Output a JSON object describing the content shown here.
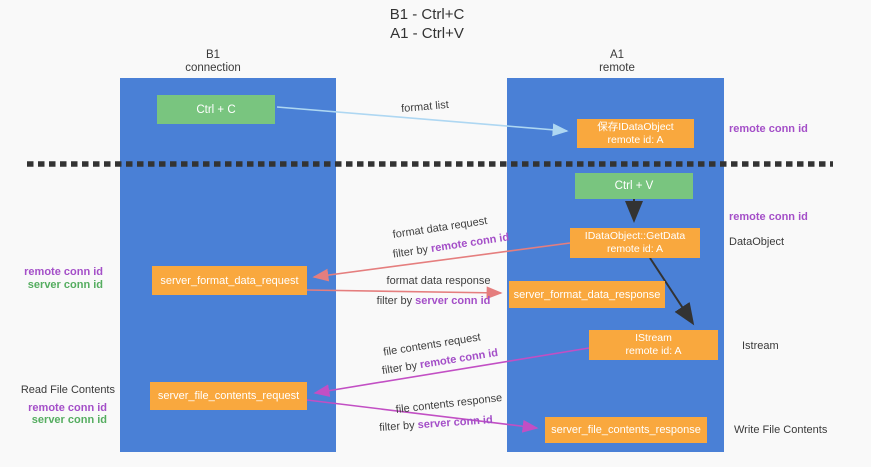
{
  "title": {
    "line1": "B1 - Ctrl+C",
    "line2": "A1 - Ctrl+V"
  },
  "lanes": {
    "b1": {
      "name": "B1",
      "subtitle": "connection"
    },
    "a1": {
      "name": "A1",
      "subtitle": "remote"
    }
  },
  "nodes": {
    "ctrl_c": {
      "label": "Ctrl + C"
    },
    "save_dataobject": {
      "line1": "保存IDataObject",
      "line2": "remote id: A"
    },
    "ctrl_v": {
      "label": "Ctrl + V"
    },
    "getdata": {
      "line1": "IDataObject::GetData",
      "line2": "remote id: A"
    },
    "server_format_data_request": {
      "label": "server_format_data_request"
    },
    "server_format_data_response": {
      "label": "server_format_data_response"
    },
    "istream": {
      "line1": "IStream",
      "line2": "remote id: A"
    },
    "server_file_contents_request": {
      "label": "server_file_contents_request"
    },
    "server_file_contents_response": {
      "label": "server_file_contents_response"
    }
  },
  "annotations": {
    "right_remote_conn_id_1": "remote conn id",
    "right_remote_conn_id_2": "remote conn id",
    "dataobject": "DataObject",
    "istream": "Istream",
    "write_file_contents": "Write File Contents",
    "left_remote_conn_id_1": "remote conn id",
    "left_server_conn_id_1": "server conn id",
    "read_file_contents": "Read File Contents",
    "left_remote_conn_id_2": "remote conn id",
    "left_server_conn_id_2": "server conn id"
  },
  "arrow_labels": {
    "format_list": "format list",
    "format_data_request": "format data request",
    "format_data_response": "format data response",
    "file_contents_request": "file contents request",
    "file_contents_response": "file contents response",
    "filter_by": "filter by ",
    "remote_conn_id": "remote conn id",
    "server_conn_id": "server conn id"
  },
  "colors": {
    "lane_blue": "#4a80d6",
    "box_green": "#79c57f",
    "box_orange": "#f9a83e",
    "arrow_light_blue": "#aed7f2",
    "arrow_red": "#e57e7e",
    "arrow_magenta": "#c24fc4",
    "arrow_black": "#333333",
    "dashed_line": "#333333",
    "text_purple": "#a44fc8",
    "text_green": "#55ad60"
  }
}
